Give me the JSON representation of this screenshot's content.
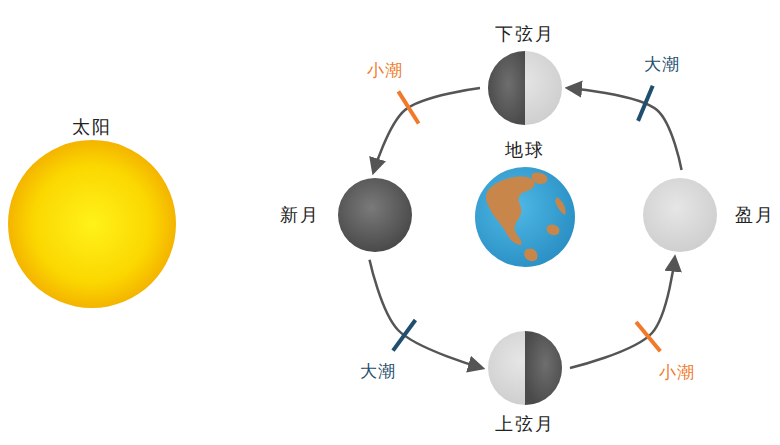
{
  "diagram": {
    "nodes": [
      {
        "text": [
          "太阳"
        ]
      },
      {
        "text": [
          "下弦月"
        ]
      },
      {
        "text": [
          "新月"
        ]
      },
      {
        "text": [
          "地球"
        ]
      },
      {
        "text": [
          "盈月"
        ]
      },
      {
        "text": [
          "上弦月"
        ]
      }
    ],
    "edges": [
      {
        "from": 2,
        "to": 5,
        "arrow": "to",
        "label": "大潮"
      },
      {
        "from": 5,
        "to": 4,
        "arrow": "to",
        "label": "小潮"
      },
      {
        "from": 4,
        "to": 1,
        "arrow": "to",
        "label": "大潮"
      },
      {
        "from": 1,
        "to": 2,
        "arrow": "to",
        "label": "小潮"
      }
    ]
  }
}
